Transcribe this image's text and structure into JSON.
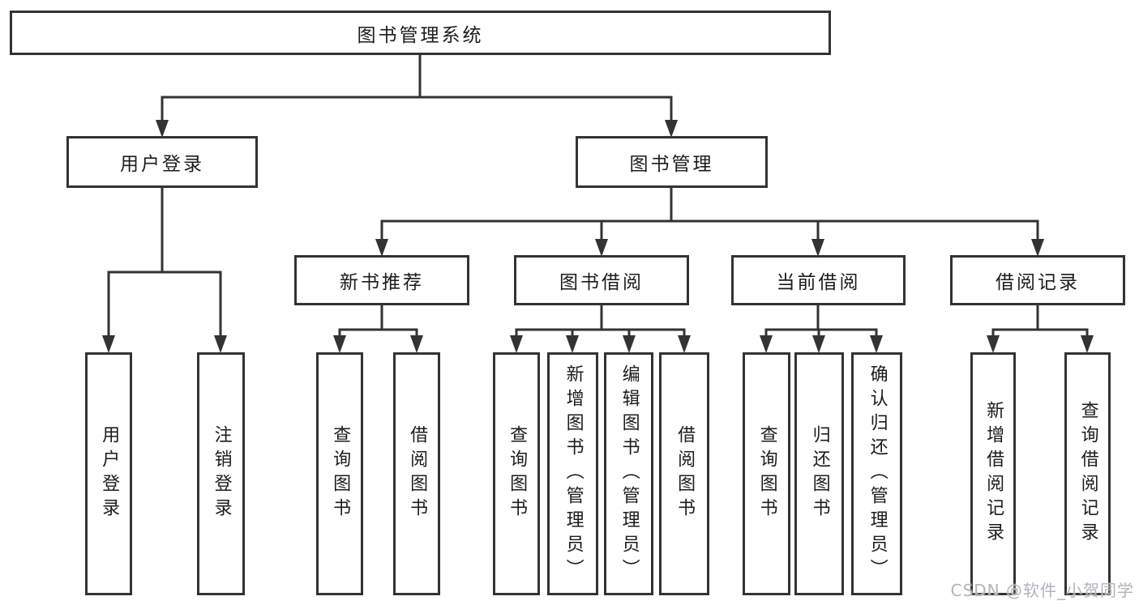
{
  "nodes": {
    "root": "图书管理系统",
    "level2": [
      "用户登录",
      "图书管理"
    ],
    "level3": [
      "新书推荐",
      "图书借阅",
      "当前借阅",
      "借阅记录"
    ],
    "leaves": {
      "user_login": [
        "用户登录",
        "注销登录"
      ],
      "new_books": [
        "查询图书",
        "借阅图书"
      ],
      "book_borrow": [
        "查询图书",
        "新增图书（管理员）",
        "编辑图书（管理员）",
        "借阅图书"
      ],
      "current_borrow": [
        "查询图书",
        "归还图书",
        "确认归还（管理员）"
      ],
      "borrow_records": [
        "新增借阅记录",
        "查询借阅记录"
      ]
    }
  },
  "watermark": "CSDN @软件_小贺同学",
  "colors": {
    "line": "#333333",
    "text": "#1c1c1c",
    "watermark": "#b3b3b8",
    "background": "#ffffff"
  }
}
